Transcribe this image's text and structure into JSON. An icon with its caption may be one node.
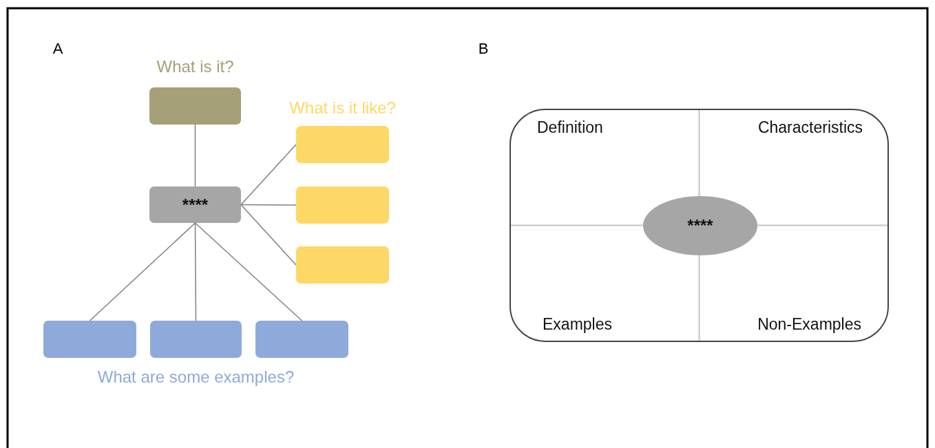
{
  "diagram": {
    "nodes": [
      {
        "text": [],
        "shape": "box",
        "beside": [
          "What is it?"
        ]
      },
      {
        "text": [
          "****"
        ]
      },
      {
        "text": [],
        "shape": "box",
        "beside": [
          "What is it like?"
        ]
      },
      {
        "text": [],
        "shape": "box"
      },
      {
        "text": [],
        "shape": "box"
      },
      {
        "text": [],
        "shape": "box"
      },
      {
        "text": [],
        "shape": "box",
        "beside": [
          "What are some examples?"
        ]
      },
      {
        "text": [],
        "shape": "box"
      },
      {
        "text": [
          "Definition",
          "Characteristics",
          "Examples",
          "Non-Examples"
        ]
      },
      {
        "text": [
          "****"
        ],
        "in": 8
      }
    ],
    "edges": [
      {
        "from": 1,
        "to": 0,
        "arrow": "none"
      },
      {
        "from": 1,
        "to": 2,
        "arrow": "none"
      },
      {
        "from": 1,
        "to": 3,
        "arrow": "none"
      },
      {
        "from": 1,
        "to": 4,
        "arrow": "none"
      },
      {
        "from": 1,
        "to": 5,
        "arrow": "none"
      },
      {
        "from": 1,
        "to": 6,
        "arrow": "none"
      },
      {
        "from": 1,
        "to": 7,
        "arrow": "none"
      }
    ],
    "labels": [
      "A",
      "B"
    ]
  }
}
